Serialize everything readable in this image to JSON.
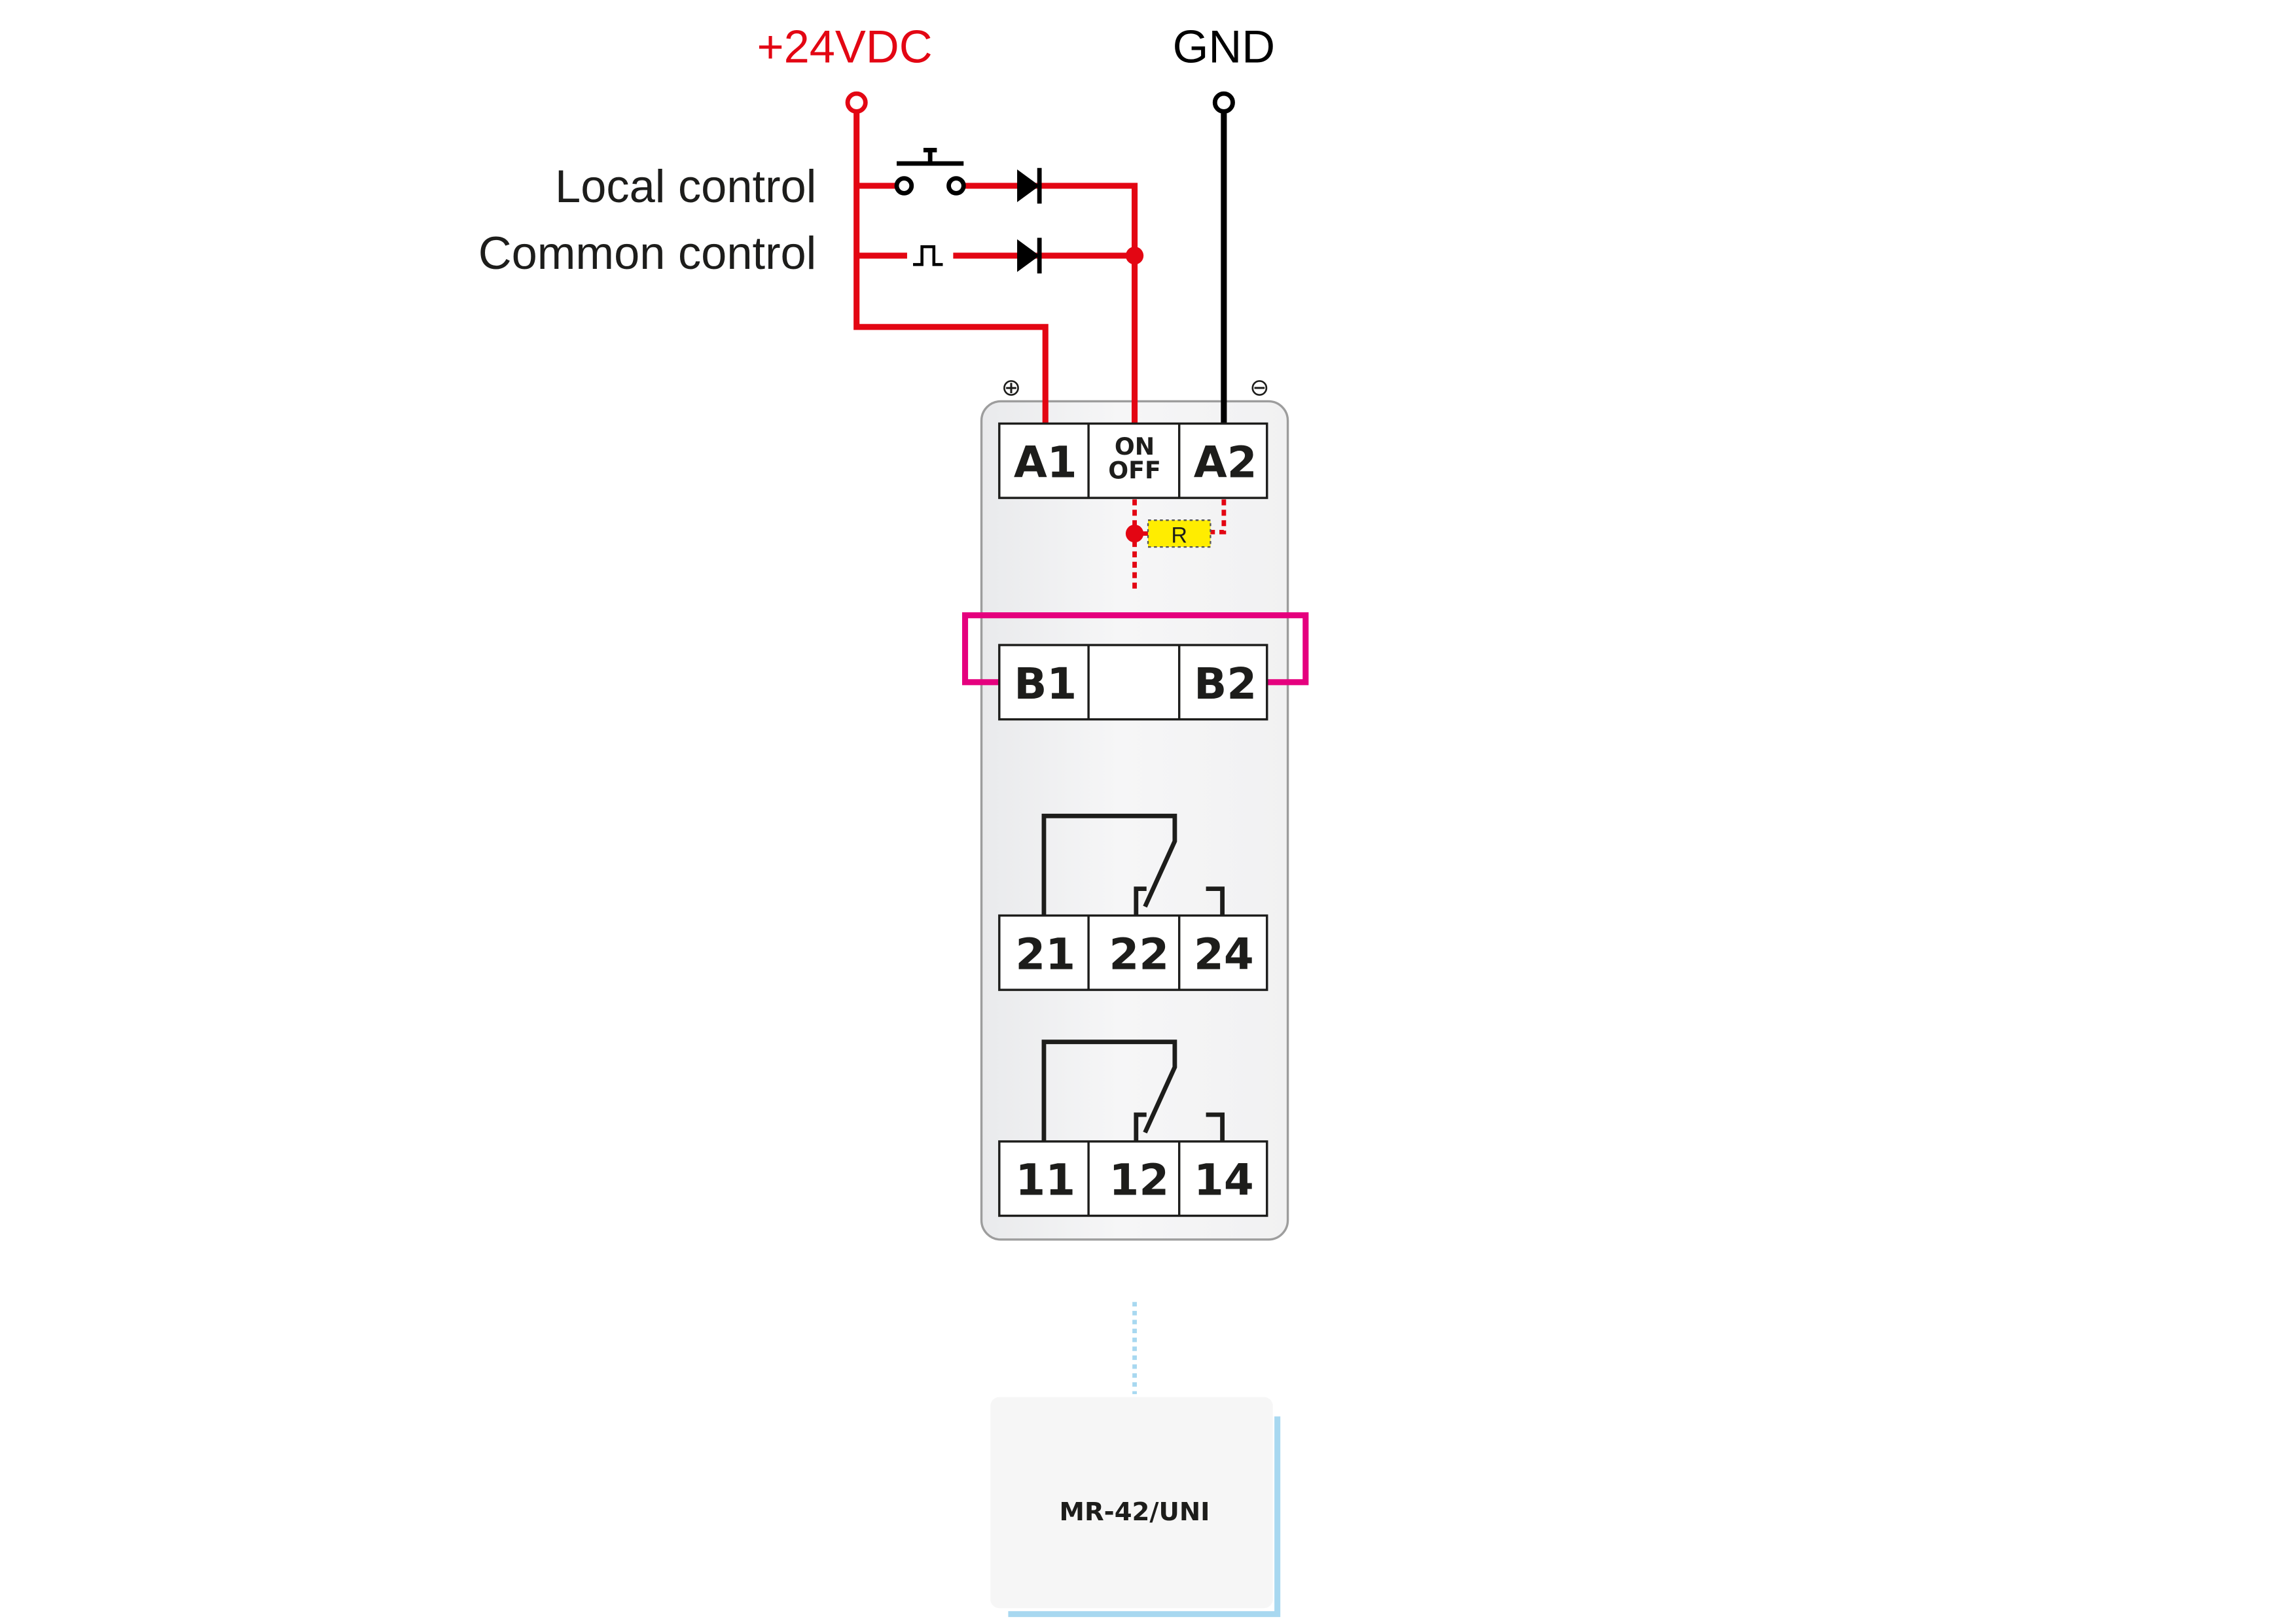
{
  "supply": {
    "positive_label": "+24VDC",
    "ground_label": "GND"
  },
  "controls": {
    "local_label": "Local control",
    "common_label": "Common control"
  },
  "polarity": {
    "plus_symbol": "⊕",
    "minus_symbol": "⊖"
  },
  "terminals": {
    "top": [
      "A1",
      "ON",
      "OFF",
      "A2"
    ],
    "middle": [
      "B1",
      "B2"
    ],
    "contact_row_1": [
      "21",
      "22",
      "24"
    ],
    "contact_row_2": [
      "11",
      "12",
      "14"
    ]
  },
  "resistor_label": "R",
  "module_label": "MR-42/UNI",
  "colors": {
    "supply_wire": "#e30613",
    "ground_wire": "#000000",
    "bus_bridge": "#e5007e",
    "resistor_fill": "#ffed00",
    "module_link": "#a8d8f0"
  }
}
